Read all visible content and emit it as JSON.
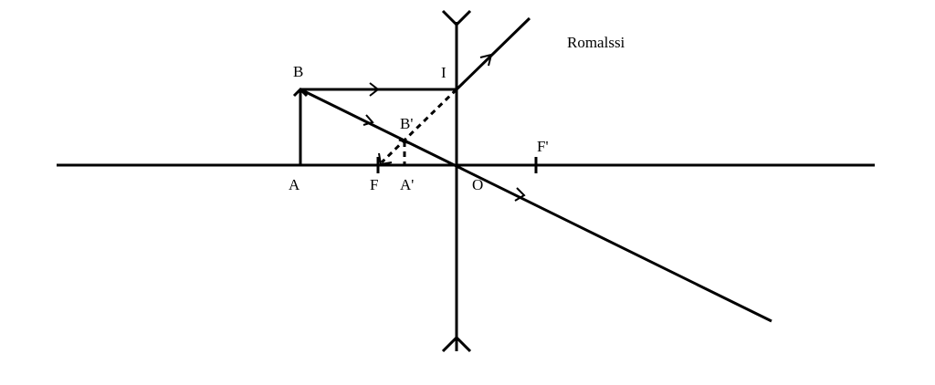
{
  "diagram": {
    "labels": {
      "A": "A",
      "B": "B",
      "I": "I",
      "B_prime": "B'",
      "F": "F",
      "A_prime": "A'",
      "O": "O",
      "F_prime": "F'"
    },
    "watermark": "Romalssi",
    "line_color": "#000000"
  }
}
